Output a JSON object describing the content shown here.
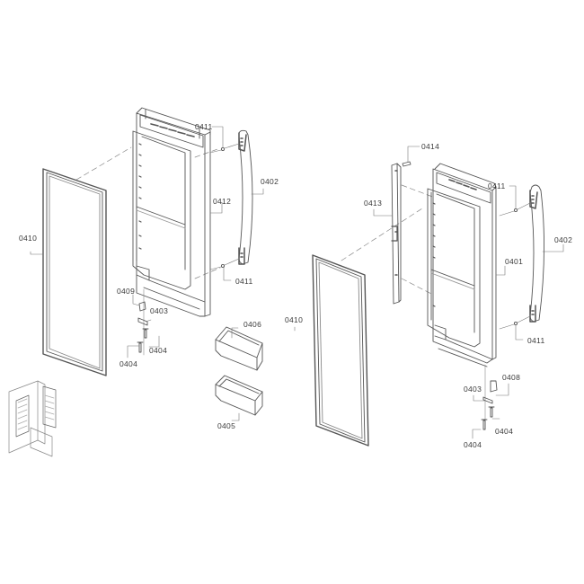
{
  "diagram": {
    "type": "exploded-parts-diagram",
    "subject": "refrigerator French doors (left and right) with gaskets, handles and door bins",
    "labels": {
      "left_door": {
        "p0411_top": "0411",
        "p0402": "0402",
        "p0412": "0412",
        "p0410": "0410",
        "p0411_bottom": "0411",
        "p0409": "0409",
        "p0403": "0403",
        "p0404_right": "0404",
        "p0404_left": "0404"
      },
      "bins": {
        "p0406": "0406",
        "p0405": "0405"
      },
      "right_door": {
        "p0414": "0414",
        "p0413": "0413",
        "p0411_top": "0411",
        "p0402": "0402",
        "p0401": "0401",
        "p0410": "0410",
        "p0411_bottom": "0411",
        "p0408": "0408",
        "p0403": "0403",
        "p0404_right": "0404",
        "p0404_left": "0404"
      }
    },
    "parts": [
      {
        "id": "0401",
        "name": "right door assembly"
      },
      {
        "id": "0402",
        "name": "door handle"
      },
      {
        "id": "0403",
        "name": "hinge bracket"
      },
      {
        "id": "0404",
        "name": "screw"
      },
      {
        "id": "0405",
        "name": "door bin"
      },
      {
        "id": "0406",
        "name": "door bin"
      },
      {
        "id": "0408",
        "name": "hinge pin (right)"
      },
      {
        "id": "0409",
        "name": "hinge pin (left)"
      },
      {
        "id": "0410",
        "name": "door gasket"
      },
      {
        "id": "0411",
        "name": "handle screw"
      },
      {
        "id": "0412",
        "name": "left door assembly"
      },
      {
        "id": "0413",
        "name": "mullion / flipper bar"
      },
      {
        "id": "0414",
        "name": "mullion screw"
      }
    ],
    "colors": {
      "line": "#555555",
      "leader": "#777777",
      "text": "#3a3a3a",
      "background": "#ffffff"
    }
  }
}
